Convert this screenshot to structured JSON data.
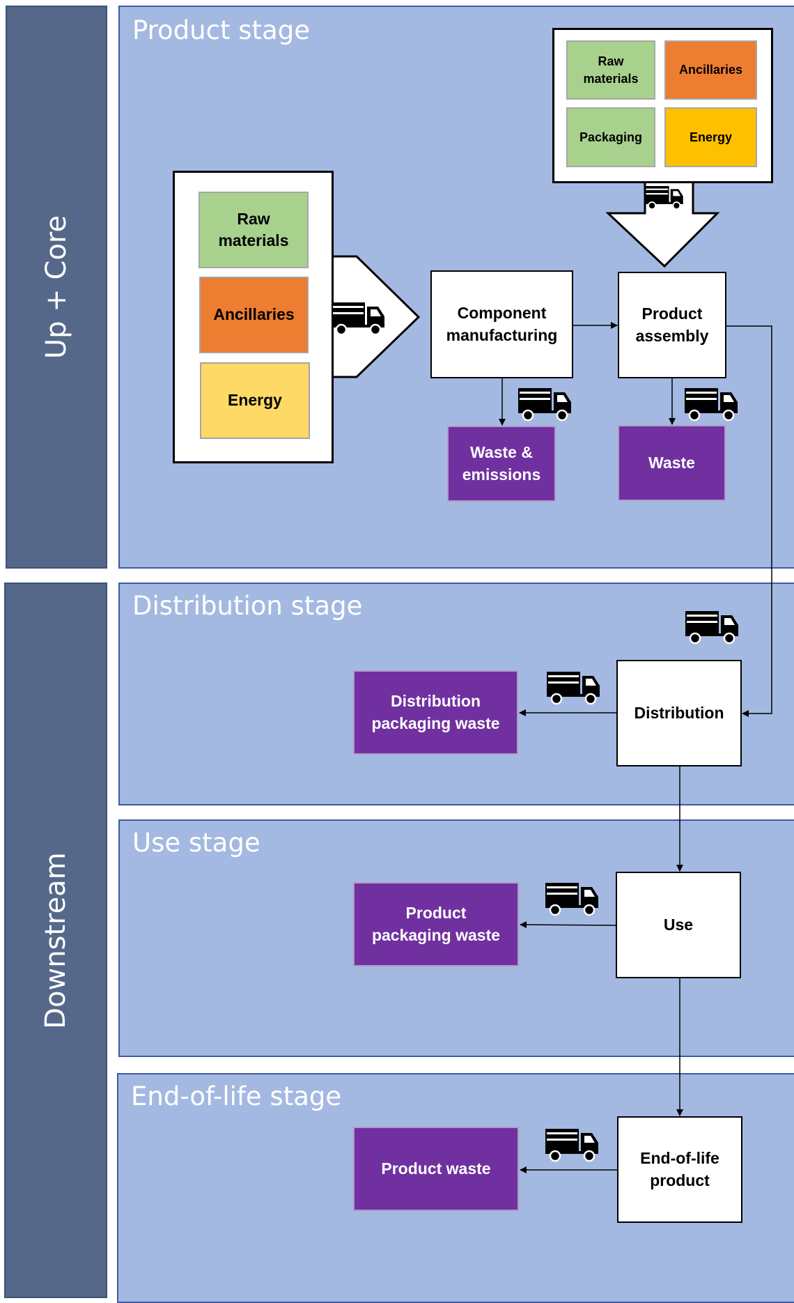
{
  "side_labels": {
    "upstream": "Up + Core",
    "downstream": "Downstream"
  },
  "stages": {
    "product": "Product stage",
    "distribution": "Distribution stage",
    "use": "Use stage",
    "end_of_life": "End-of-life stage"
  },
  "inputs_left": {
    "raw_materials": "Raw\nmaterials",
    "ancillaries": "Ancillaries",
    "energy": "Energy"
  },
  "inputs_top": {
    "raw_materials": "Raw\nmaterials",
    "ancillaries": "Ancillaries",
    "packaging": "Packaging",
    "energy": "Energy"
  },
  "processes": {
    "component_manufacturing": "Component\nmanufacturing",
    "product_assembly": "Product\nassembly",
    "distribution": "Distribution",
    "use": "Use",
    "end_of_life_product": "End-of-life\nproduct"
  },
  "outputs": {
    "waste_emissions": "Waste &\nemissions",
    "waste": "Waste",
    "distribution_packaging_waste": "Distribution\npackaging waste",
    "product_packaging_waste": "Product\npackaging waste",
    "product_waste": "Product waste"
  },
  "colors": {
    "sidebar": "#556889",
    "stage_bg": "#a4b9e1",
    "raw_materials": "#a9d18e",
    "ancillaries": "#ed7d31",
    "energy_left": "#ffd966",
    "energy_top": "#ffc000",
    "waste": "#7030a0"
  },
  "icons": [
    "truck-icon",
    "block-arrow-right",
    "block-arrow-down"
  ]
}
